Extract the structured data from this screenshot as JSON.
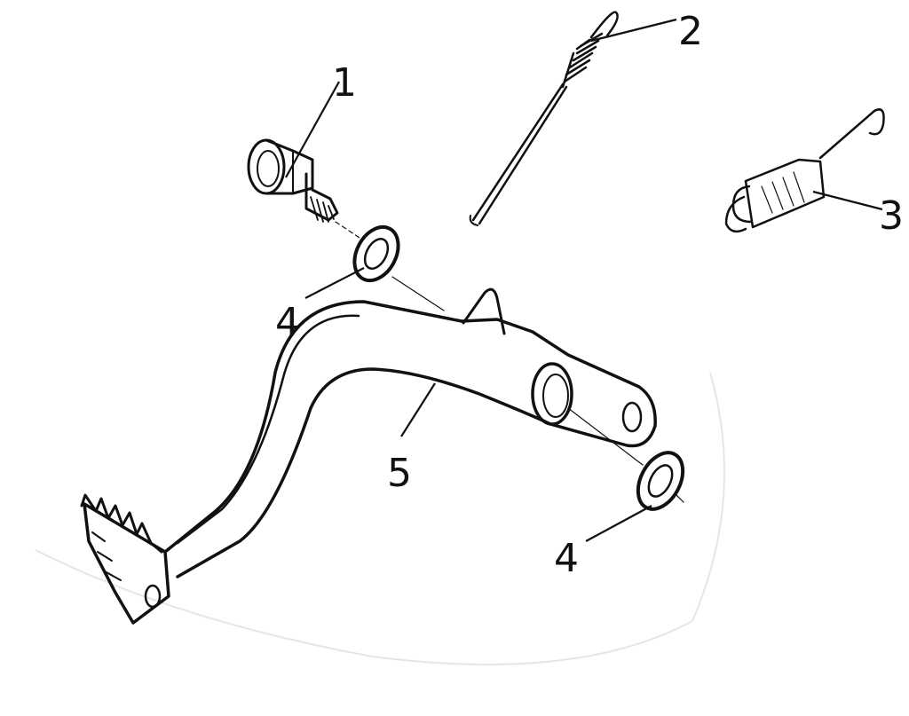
{
  "callouts": [
    {
      "id": "shoulder-bolt",
      "label": "1"
    },
    {
      "id": "return-spring",
      "label": "2"
    },
    {
      "id": "tension-spring",
      "label": "3"
    },
    {
      "id": "seal-upper",
      "label": "4"
    },
    {
      "id": "seal-lower",
      "label": "4"
    },
    {
      "id": "brake-pedal",
      "label": "5"
    }
  ],
  "colors": {
    "ink": "#111111",
    "paper": "#ffffff"
  }
}
